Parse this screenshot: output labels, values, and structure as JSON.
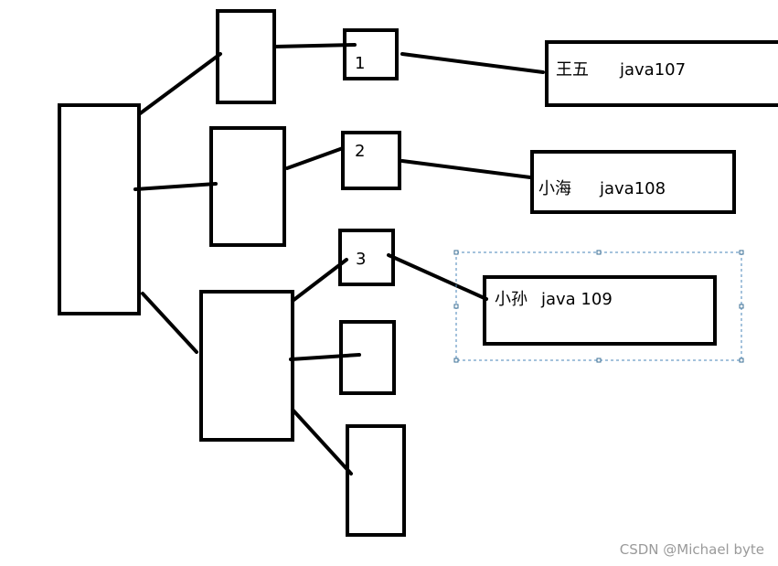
{
  "diagram": {
    "nodes": {
      "node_1_label": "1",
      "node_2_label": "2",
      "node_3_label": "3",
      "record_1": {
        "name": "王五",
        "value": "java107"
      },
      "record_2": {
        "name": "小海",
        "value": "java108"
      },
      "record_3": {
        "name": "小孙",
        "value": "java 109"
      }
    }
  },
  "watermark": "CSDN @Michael byte"
}
